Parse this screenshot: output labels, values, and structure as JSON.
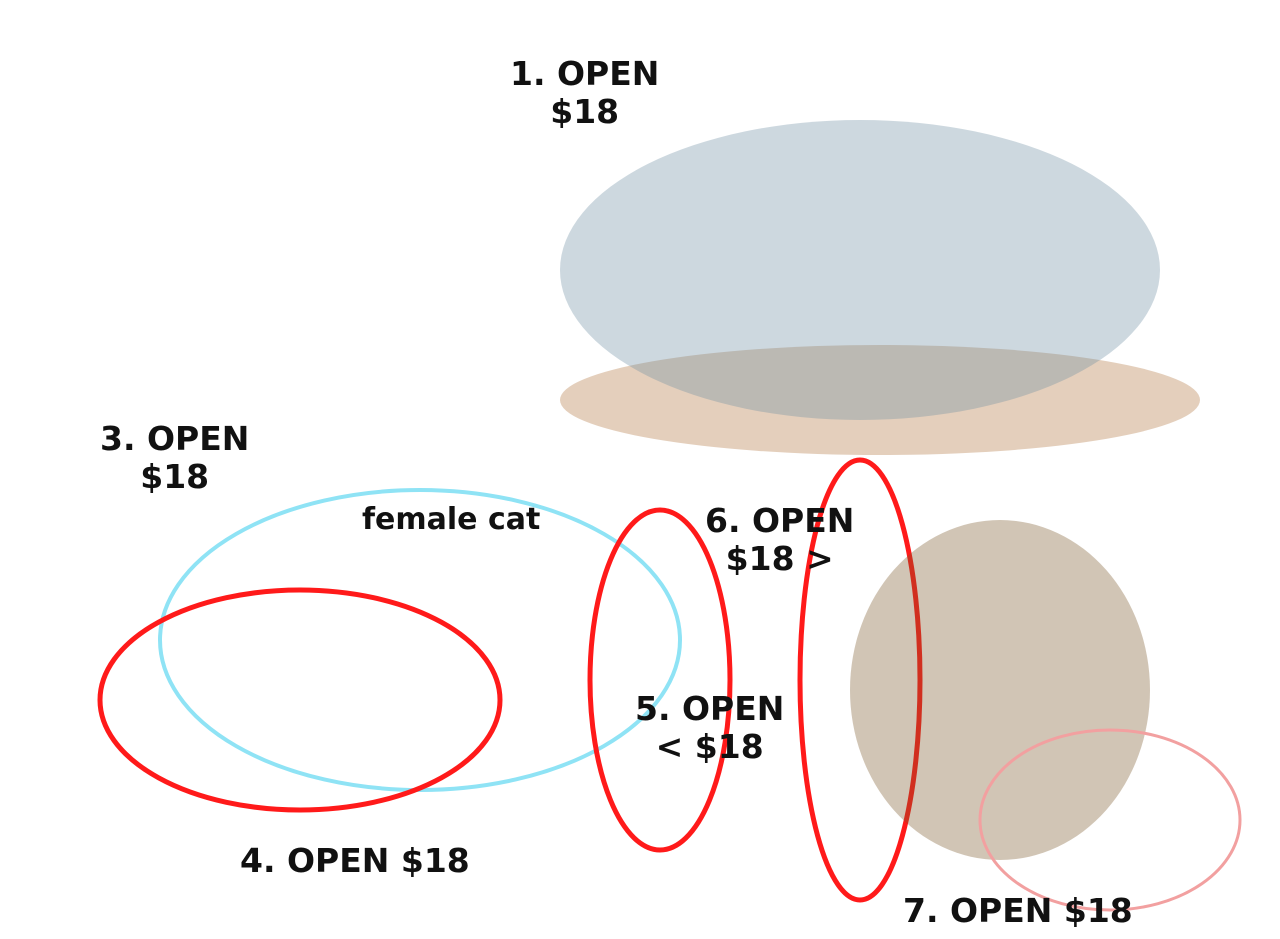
{
  "slots": [
    {
      "title": "1. OPEN",
      "price": "$18"
    },
    {
      "title": "3. OPEN",
      "price": "$18"
    },
    {
      "title": "4. OPEN $18"
    },
    {
      "title": "5. OPEN",
      "price": "< $18"
    },
    {
      "title": "6. OPEN",
      "price": "$18 >"
    },
    {
      "title": "7. OPEN $18"
    }
  ],
  "notes": {
    "female_cat": "female cat"
  },
  "colors": {
    "sketch_red": "#ff1a1a",
    "sketch_blue": "#8fe3f5",
    "shadow": "#a0683a"
  }
}
